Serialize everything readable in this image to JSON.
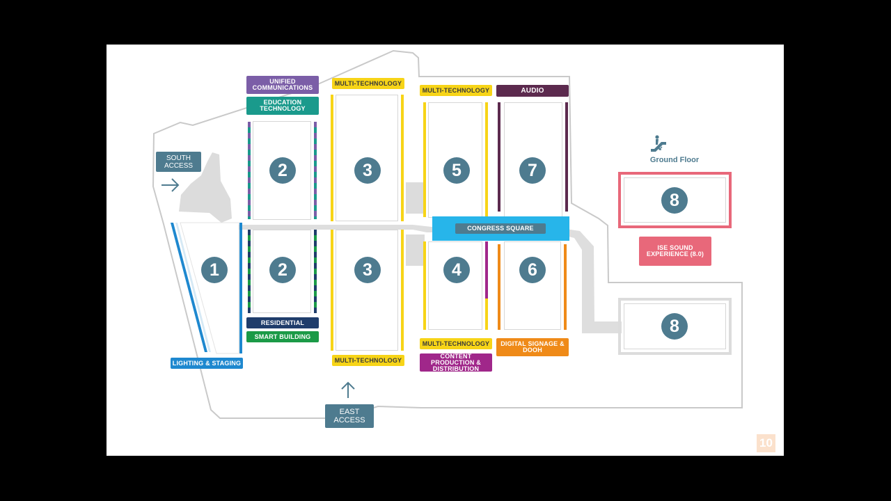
{
  "halls": {
    "h1": "1",
    "h2_top": "2",
    "h2_bottom": "2",
    "h3_top": "3",
    "h3_bottom": "3",
    "h4": "4",
    "h5": "5",
    "h6": "6",
    "h7": "7",
    "h8_top": "8",
    "h8_bottom": "8"
  },
  "zones": {
    "unified_communications": "UNIFIED COMMUNICATIONS",
    "education_technology": "EDUCATION TECHNOLOGY",
    "multi_tech_3_top": "MULTI-TECHNOLOGY",
    "multi_tech_5_top": "MULTI-TECHNOLOGY",
    "audio": "AUDIO",
    "residential": "RESIDENTIAL",
    "smart_building": "SMART BUILDING",
    "lighting_staging": "LIGHTING & STAGING",
    "multi_tech_3_bottom": "MULTI-TECHNOLOGY",
    "multi_tech_4_bottom": "MULTI-TECHNOLOGY",
    "content_production": "CONTENT PRODUCTION & DISTRIBUTION",
    "digital_signage": "DIGITAL SIGNAGE & DOOH",
    "congress_square": "CONGRESS SQUARE",
    "ise_sound": "ISE SOUND EXPERIENCE (8.0)"
  },
  "access": {
    "south": "SOUTH ACCESS",
    "east": "EAST ACCESS"
  },
  "floor_label": "Ground Floor",
  "page_number": "10",
  "icons": [
    "escalator-icon",
    "arrow-right-icon",
    "arrow-up-icon"
  ],
  "colors": {
    "hall_badge": "#4e7b8f",
    "multi_technology": "#f7d417",
    "unified_communications": "#7b5ea7",
    "education_technology": "#1a9a8c",
    "audio": "#5c2a4e",
    "residential": "#1f3d6b",
    "smart_building": "#1b9a47",
    "lighting_staging": "#1e88cf",
    "content_production": "#a0278a",
    "digital_signage": "#ef8a18",
    "congress_square": "#27b5ea",
    "ise_sound": "#e8687a"
  }
}
